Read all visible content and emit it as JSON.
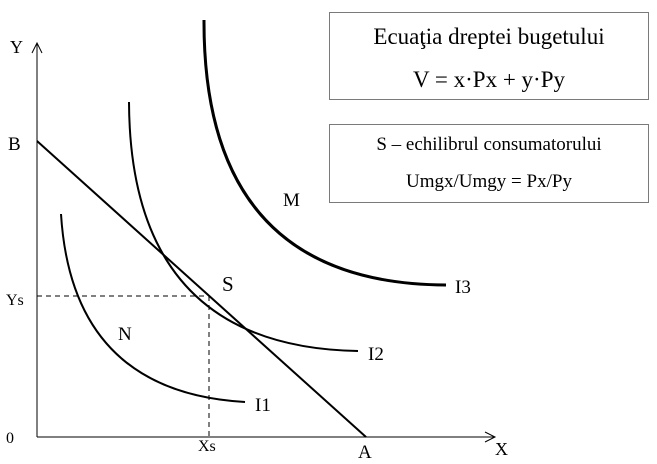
{
  "axes": {
    "y_label": "Y",
    "x_label": "X",
    "origin_label": "0"
  },
  "points": {
    "b": "B",
    "a": "A",
    "s": "S",
    "ys": "Ys",
    "xs": "Xs"
  },
  "regions": {
    "n": "N",
    "m": "M"
  },
  "curves": {
    "i1": "I1",
    "i2": "I2",
    "i3": "I3"
  },
  "budget_box": {
    "title": "Ecuaţia dreptei bugetului",
    "equation": "V = x·Px + y·Py"
  },
  "equilibrium_box": {
    "title": "S – echilibrul consumatorului",
    "condition": "Umgx/Umgy = Px/Py"
  }
}
